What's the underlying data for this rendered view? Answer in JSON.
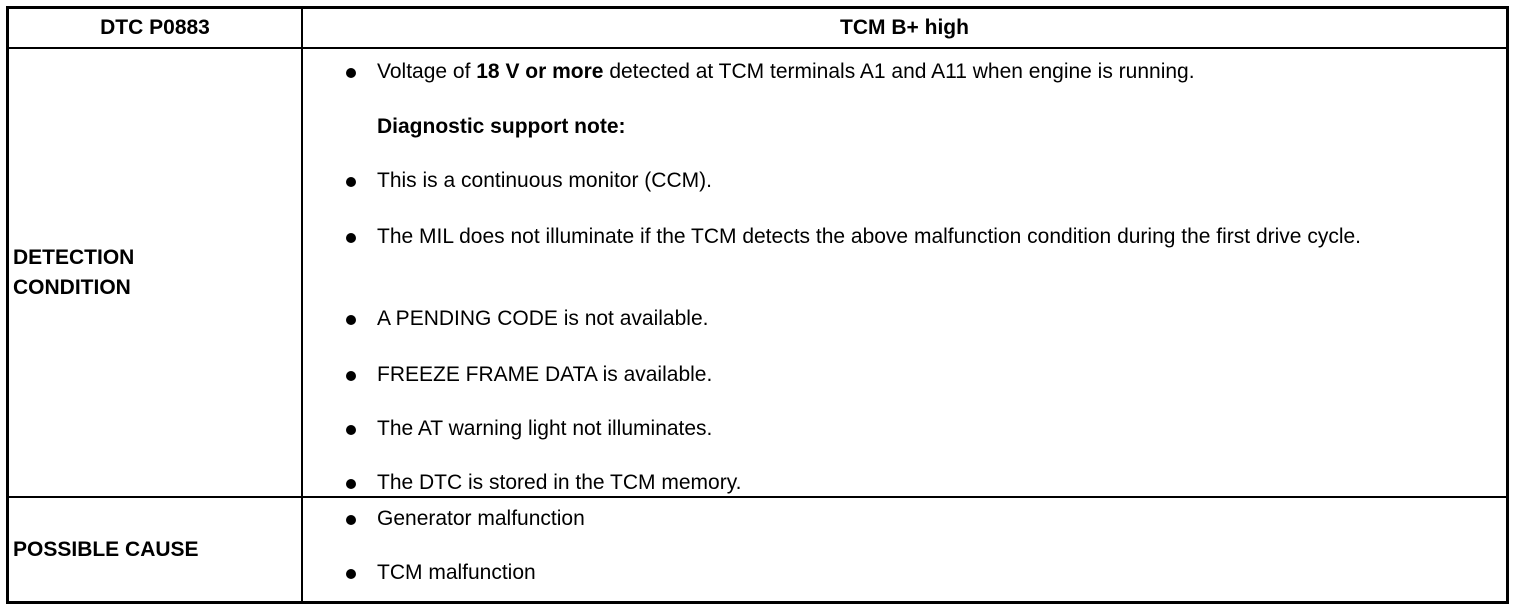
{
  "header": {
    "dtc_code": "DTC P0883",
    "dtc_title": "TCM B+ high"
  },
  "detection": {
    "label_line1": "DETECTION",
    "label_line2": "CONDITION",
    "first_item": {
      "prefix": "Voltage of ",
      "bold": "18 V or more",
      "suffix": " detected at TCM terminals A1 and A11 when engine is running."
    },
    "support_note_heading": "Diagnostic support note:",
    "notes": [
      "This is a continuous monitor (CCM).",
      "The MIL does not illuminate if the TCM detects the above malfunction condition during the first drive cycle.",
      "A PENDING CODE is not available.",
      "FREEZE FRAME DATA is available.",
      "The AT warning light not illuminates.",
      "The DTC is stored in the TCM memory."
    ]
  },
  "possible_cause": {
    "label": "POSSIBLE CAUSE",
    "items": [
      "Generator malfunction",
      "TCM malfunction"
    ]
  }
}
